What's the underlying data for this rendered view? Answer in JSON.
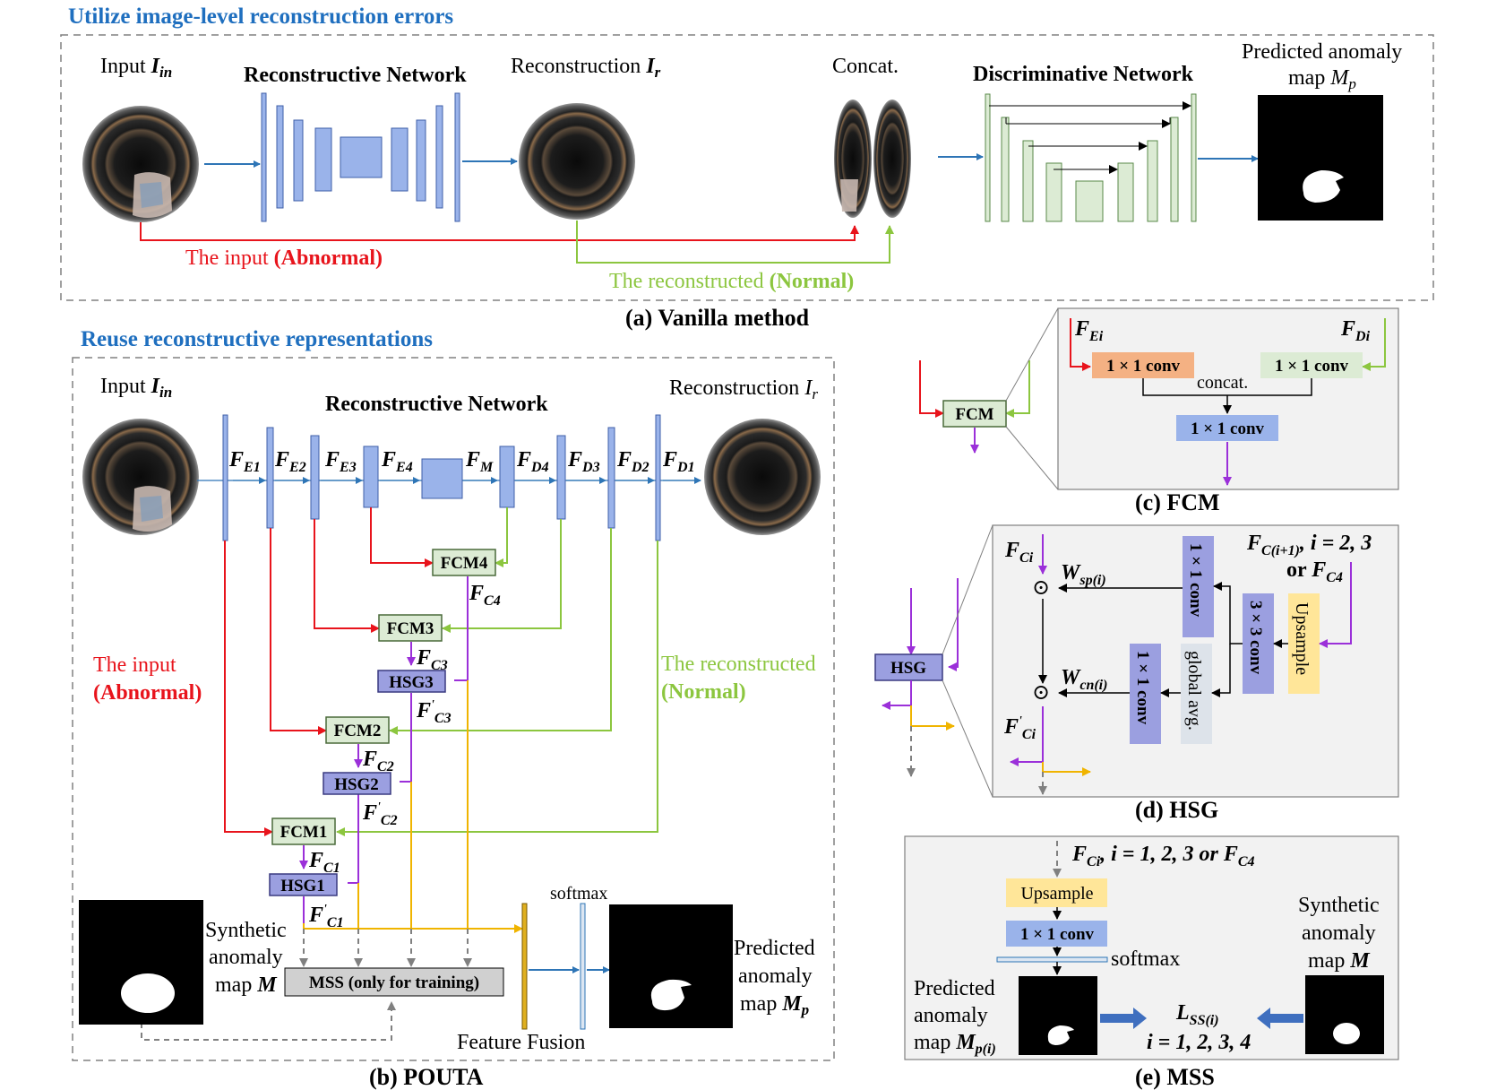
{
  "sections": {
    "top_title": "Utilize image-level reconstruction errors",
    "bottom_title": "Reuse reconstructive representations"
  },
  "captions": {
    "a": "(a) Vanilla method",
    "b": "(b) POUTA",
    "c": "(c) FCM",
    "d": "(d) HSG",
    "e": "(e) MSS"
  },
  "vanilla": {
    "input_label": "Input ",
    "input_sym": "I",
    "input_sub": "in",
    "recon_net": "Reconstructive Network",
    "recon_label": "Reconstruction ",
    "recon_sym": "I",
    "recon_sub": "r",
    "concat": "Concat.",
    "disc_net": "Discriminative Network",
    "pred_line1": "Predicted anomaly",
    "pred_line2": "map ",
    "pred_sym": "M",
    "pred_sub": "p",
    "input_path_label": "The input ",
    "input_path_bold": "(Abnormal)",
    "recon_path_label": "The reconstructed ",
    "recon_path_bold": "(Normal)"
  },
  "pouta": {
    "input_label": "Input ",
    "input_sym": "I",
    "input_sub": "in",
    "recon_net": "Reconstructive Network",
    "recon_label": "Reconstruction ",
    "recon_sym": "I",
    "recon_sub": "r",
    "features": [
      {
        "sym": "F",
        "sub": "E1"
      },
      {
        "sym": "F",
        "sub": "E2"
      },
      {
        "sym": "F",
        "sub": "E3"
      },
      {
        "sym": "F",
        "sub": "E4"
      },
      {
        "sym": "F",
        "sub": "M"
      },
      {
        "sym": "F",
        "sub": "D4"
      },
      {
        "sym": "F",
        "sub": "D3"
      },
      {
        "sym": "F",
        "sub": "D2"
      },
      {
        "sym": "F",
        "sub": "D1"
      }
    ],
    "fcm": [
      "FCM4",
      "FCM3",
      "FCM2",
      "FCM1"
    ],
    "hsg": [
      "HSG3",
      "HSG2",
      "HSG1"
    ],
    "fc_labels": [
      {
        "sym": "F",
        "sub": "C4",
        "prime": ""
      },
      {
        "sym": "F",
        "sub": "C3",
        "prime": ""
      },
      {
        "sym": "F",
        "sub": "C3",
        "prime": "'"
      },
      {
        "sym": "F",
        "sub": "C2",
        "prime": ""
      },
      {
        "sym": "F",
        "sub": "C2",
        "prime": "'"
      },
      {
        "sym": "F",
        "sub": "C1",
        "prime": ""
      },
      {
        "sym": "F",
        "sub": "C1",
        "prime": "'"
      }
    ],
    "input_side_1": "The input",
    "input_side_2": "(Abnormal)",
    "recon_side_1": "The reconstructed",
    "recon_side_2": "(Normal)",
    "synthetic_1": "Synthetic",
    "synthetic_2": "anomaly",
    "synthetic_3": "map ",
    "synthetic_sym": "M",
    "mss": "MSS (only for training)",
    "softmax": "softmax",
    "feature_fusion": "Feature Fusion",
    "pred_1": "Predicted",
    "pred_2": "anomaly",
    "pred_3": "map ",
    "pred_sym": "M",
    "pred_sub": "p"
  },
  "fcm_detail": {
    "fe": {
      "sym": "F",
      "sub": "Ei"
    },
    "fd": {
      "sym": "F",
      "sub": "Di"
    },
    "conv_left": "1 × 1 conv",
    "conv_right": "1 × 1 conv",
    "concat": "concat.",
    "conv_out": "1 × 1 conv",
    "block": "FCM"
  },
  "hsg_detail": {
    "block": "HSG",
    "fci": {
      "sym": "F",
      "sub": "Ci"
    },
    "fci_prime": {
      "sym": "F",
      "sub": "Ci",
      "prime": "'"
    },
    "wsp": {
      "sym": "W",
      "sub": "sp(i)"
    },
    "wcn": {
      "sym": "W",
      "sub": "cn(i)"
    },
    "dot": "⊙",
    "input_label_a": "F",
    "input_label_sub": "C(i+1)",
    "input_label_rest": ", i = 2, 3",
    "input_label_or": "or ",
    "input_label_or_sub": "C4",
    "conv1": "1 × 1 conv",
    "conv2": "1 × 1 conv",
    "conv3": "3 × 3 conv",
    "upsample": "Upsample",
    "global_avg": "global avg."
  },
  "mss_detail": {
    "top_label_sym": "F",
    "top_label_sub": "Ci",
    "top_label_rest": ", i = 1, 2, 3 or ",
    "top_label_sub2": "C4",
    "upsample": "Upsample",
    "conv": "1 × 1 conv",
    "softmax": "softmax",
    "pred_1": "Predicted",
    "pred_2": "anomaly",
    "pred_3": "map ",
    "pred_sym": "M",
    "pred_sub": "p(i)",
    "loss_sym": "L",
    "loss_sub": "SS(i)",
    "loss_range": "i = 1, 2, 3, 4",
    "syn_1": "Synthetic",
    "syn_2": "anomaly",
    "syn_3": "map ",
    "syn_sym": "M"
  },
  "colors": {
    "blue_box": "#9ab3ea",
    "green_box": "#dcebd4",
    "purple_box": "#9b9fe0",
    "orange_box": "#f4b183",
    "yellow_box": "#ffe699",
    "red_line": "#e8141c",
    "green_line": "#8cc63f",
    "purple_line": "#9b30d9",
    "orange_line": "#f0b400",
    "blue_line": "#2e75b6"
  }
}
